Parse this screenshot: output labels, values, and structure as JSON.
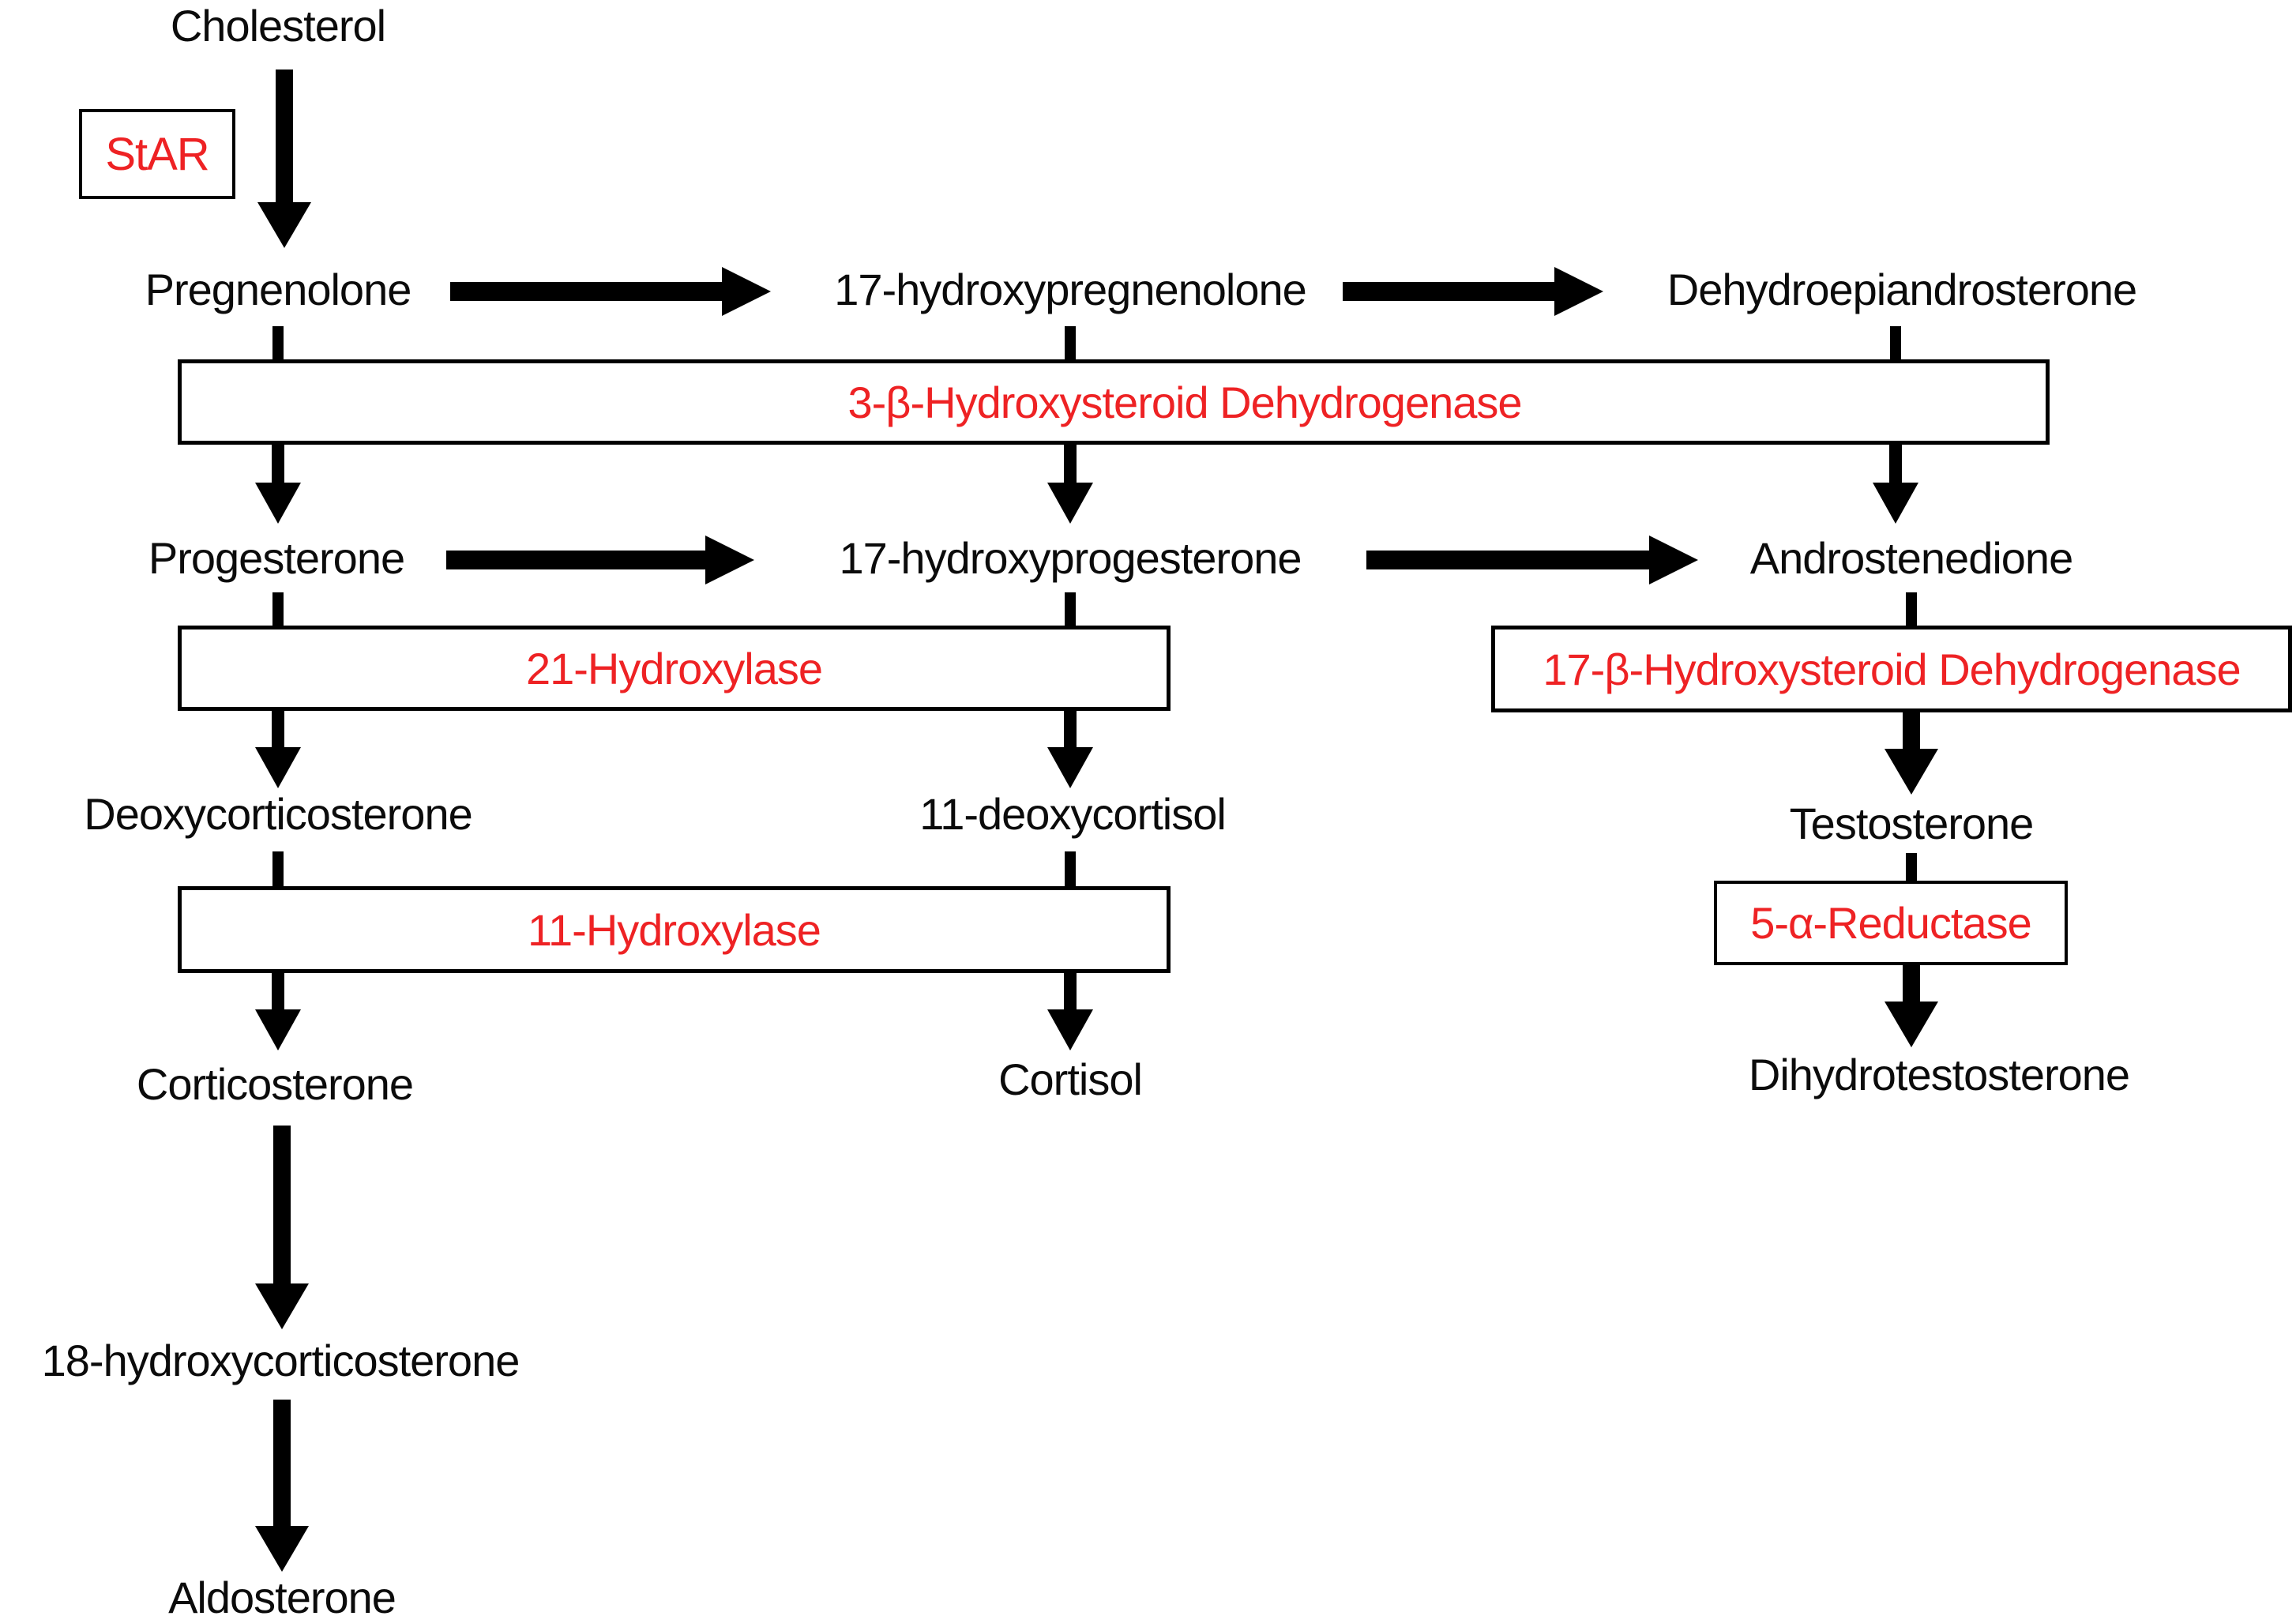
{
  "diagram": {
    "background": "#ffffff",
    "colors": {
      "substrate_text": "#0b0b0b",
      "enzyme_text": "#ee2224",
      "arrow": "#000000",
      "box_border": "#000000"
    },
    "nodes": {
      "cholesterol": "Cholesterol",
      "pregnenolone": "Pregnenolone",
      "hydroxypregnenolone_17": "17-hydroxypregnenolone",
      "dehydroepiandrosterone": "Dehydroepiandrosterone",
      "progesterone": "Progesterone",
      "hydroxyprogesterone_17": "17-hydroxyprogesterone",
      "androstenedione": "Androstenedione",
      "deoxycorticosterone": "Deoxycorticosterone",
      "deoxycortisol_11": "11-deoxycortisol",
      "testosterone": "Testosterone",
      "corticosterone": "Corticosterone",
      "cortisol": "Cortisol",
      "dihydrotestosterone": "Dihydrotestosterone",
      "hydroxycorticosterone_18": "18-hydroxycorticosterone",
      "aldosterone": "Aldosterone"
    },
    "enzymes": {
      "star": "StAR",
      "hsd3b": "3-β-Hydroxysteroid Dehydrogenase",
      "hydroxylase_21": "21-Hydroxylase",
      "hsd17b": "17-β-Hydroxysteroid Dehydrogenase",
      "hydroxylase_11": "11-Hydroxylase",
      "reductase_5a": "5-α-Reductase"
    },
    "edges": [
      {
        "from": "Cholesterol",
        "to": "Pregnenolone",
        "enzyme": "StAR"
      },
      {
        "from": "Pregnenolone",
        "to": "17-hydroxypregnenolone",
        "enzyme": ""
      },
      {
        "from": "17-hydroxypregnenolone",
        "to": "Dehydroepiandrosterone",
        "enzyme": ""
      },
      {
        "from": "Pregnenolone",
        "to": "Progesterone",
        "enzyme": "3-β-Hydroxysteroid Dehydrogenase"
      },
      {
        "from": "17-hydroxypregnenolone",
        "to": "17-hydroxyprogesterone",
        "enzyme": "3-β-Hydroxysteroid Dehydrogenase"
      },
      {
        "from": "Dehydroepiandrosterone",
        "to": "Androstenedione",
        "enzyme": "3-β-Hydroxysteroid Dehydrogenase"
      },
      {
        "from": "Progesterone",
        "to": "17-hydroxyprogesterone",
        "enzyme": ""
      },
      {
        "from": "17-hydroxyprogesterone",
        "to": "Androstenedione",
        "enzyme": ""
      },
      {
        "from": "Progesterone",
        "to": "Deoxycorticosterone",
        "enzyme": "21-Hydroxylase"
      },
      {
        "from": "17-hydroxyprogesterone",
        "to": "11-deoxycortisol",
        "enzyme": "21-Hydroxylase"
      },
      {
        "from": "Androstenedione",
        "to": "Testosterone",
        "enzyme": "17-β-Hydroxysteroid Dehydrogenase"
      },
      {
        "from": "Deoxycorticosterone",
        "to": "Corticosterone",
        "enzyme": "11-Hydroxylase"
      },
      {
        "from": "11-deoxycortisol",
        "to": "Cortisol",
        "enzyme": "11-Hydroxylase"
      },
      {
        "from": "Testosterone",
        "to": "Dihydrotestosterone",
        "enzyme": "5-α-Reductase"
      },
      {
        "from": "Corticosterone",
        "to": "18-hydroxycorticosterone",
        "enzyme": ""
      },
      {
        "from": "18-hydroxycorticosterone",
        "to": "Aldosterone",
        "enzyme": ""
      }
    ]
  }
}
